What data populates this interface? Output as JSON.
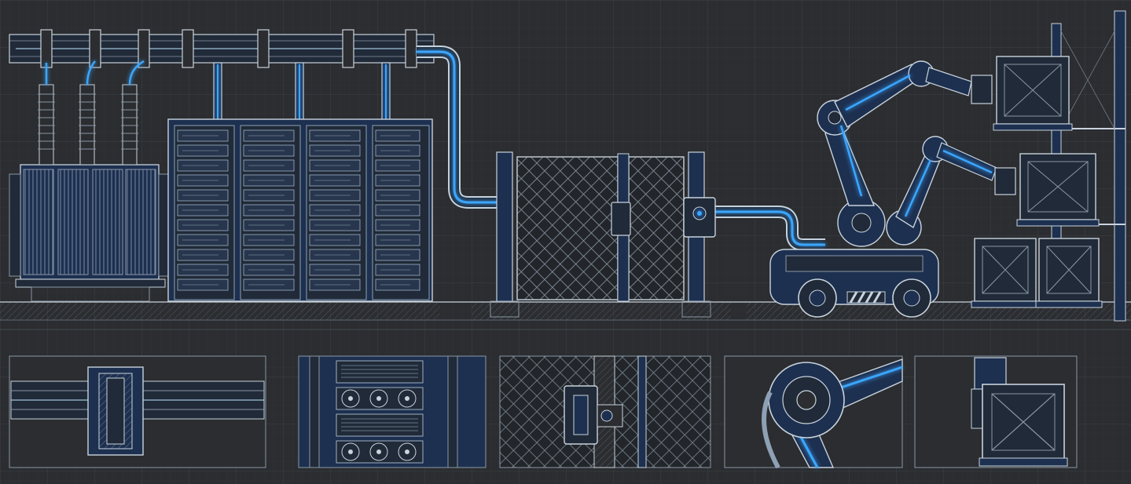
{
  "palette": {
    "background": "#2b2d30",
    "grid_minor": "#34373b",
    "grid_major": "#3d4146",
    "line_white": "#c9d3dc",
    "line_dim": "#8a97a6",
    "fill_navy": "#1d3050",
    "fill_dark": "#202a38",
    "glow_blue": "#3aa6ff",
    "glow_core": "#bfe6ff"
  },
  "scene": {
    "components": [
      {
        "name": "transformer",
        "icon": "transformer-icon"
      },
      {
        "name": "cable-tray",
        "icon": "cable-tray-icon"
      },
      {
        "name": "server-racks",
        "icon": "server-rack-icon",
        "count": 4
      },
      {
        "name": "mesh-gate",
        "icon": "fence-gate-icon"
      },
      {
        "name": "junction-box",
        "icon": "junction-box-icon"
      },
      {
        "name": "robot-arm-vehicle",
        "icon": "robot-arm-icon"
      },
      {
        "name": "warehouse-shelf-crates",
        "icon": "crate-icon"
      }
    ]
  },
  "detail_panels": [
    {
      "name": "pipe-flange-detail",
      "icon": "pipe-flange-icon"
    },
    {
      "name": "rack-fans-detail",
      "icon": "fan-icon"
    },
    {
      "name": "gate-lock-detail",
      "icon": "lock-icon"
    },
    {
      "name": "robot-joint-detail",
      "icon": "robot-joint-icon"
    },
    {
      "name": "gripper-crate-detail",
      "icon": "gripper-icon"
    }
  ]
}
